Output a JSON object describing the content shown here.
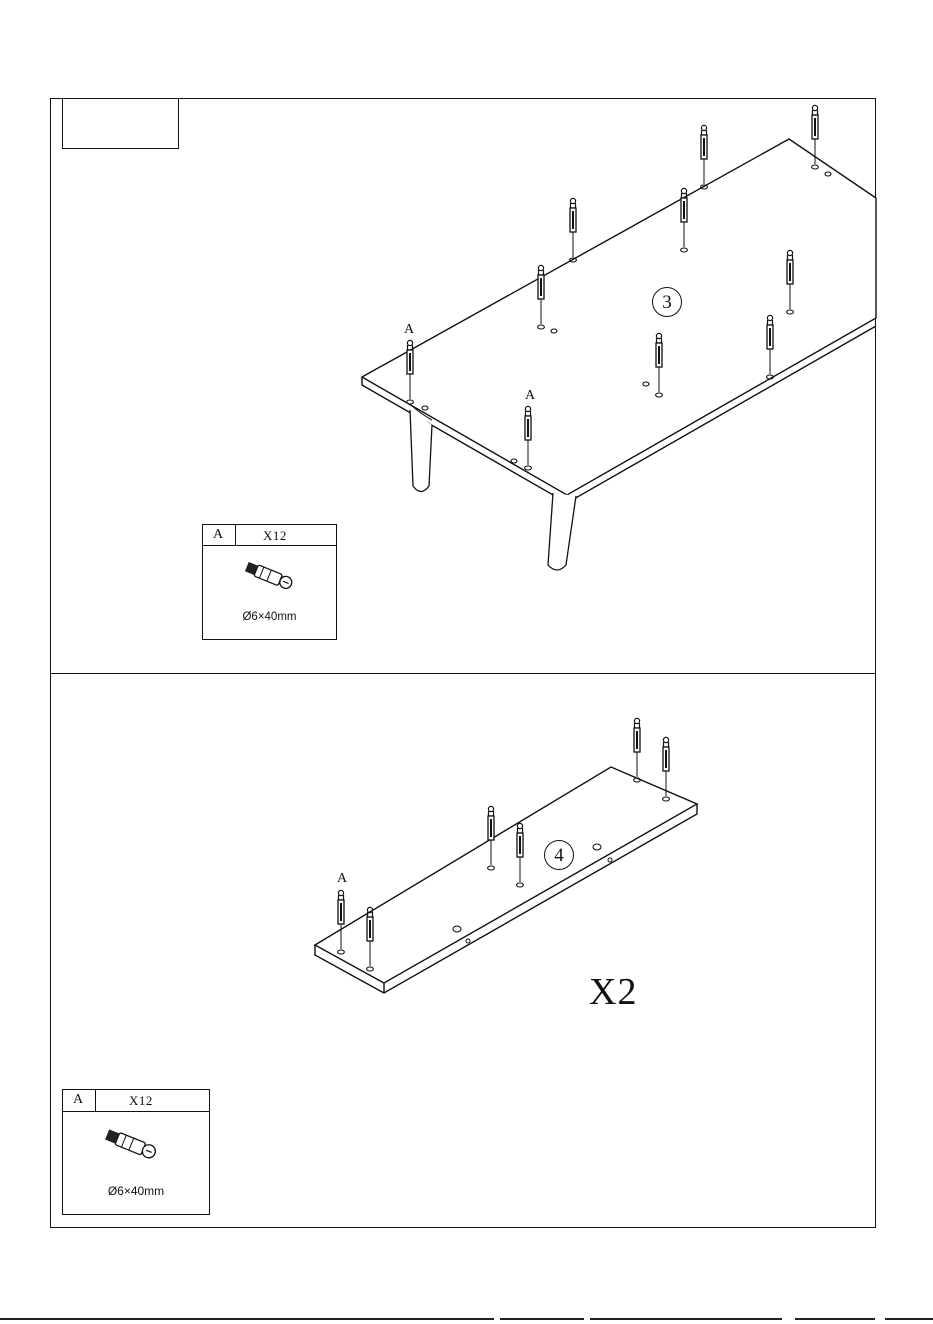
{
  "panels": [
    {
      "step_number": "3",
      "part_label": "A",
      "legend": {
        "code": "A",
        "quantity": "X12",
        "size": "Ø6×40mm"
      }
    },
    {
      "step_number": "4",
      "part_label": "A",
      "repeat": "X2",
      "legend": {
        "code": "A",
        "quantity": "X12",
        "size": "Ø6×40mm"
      }
    }
  ]
}
